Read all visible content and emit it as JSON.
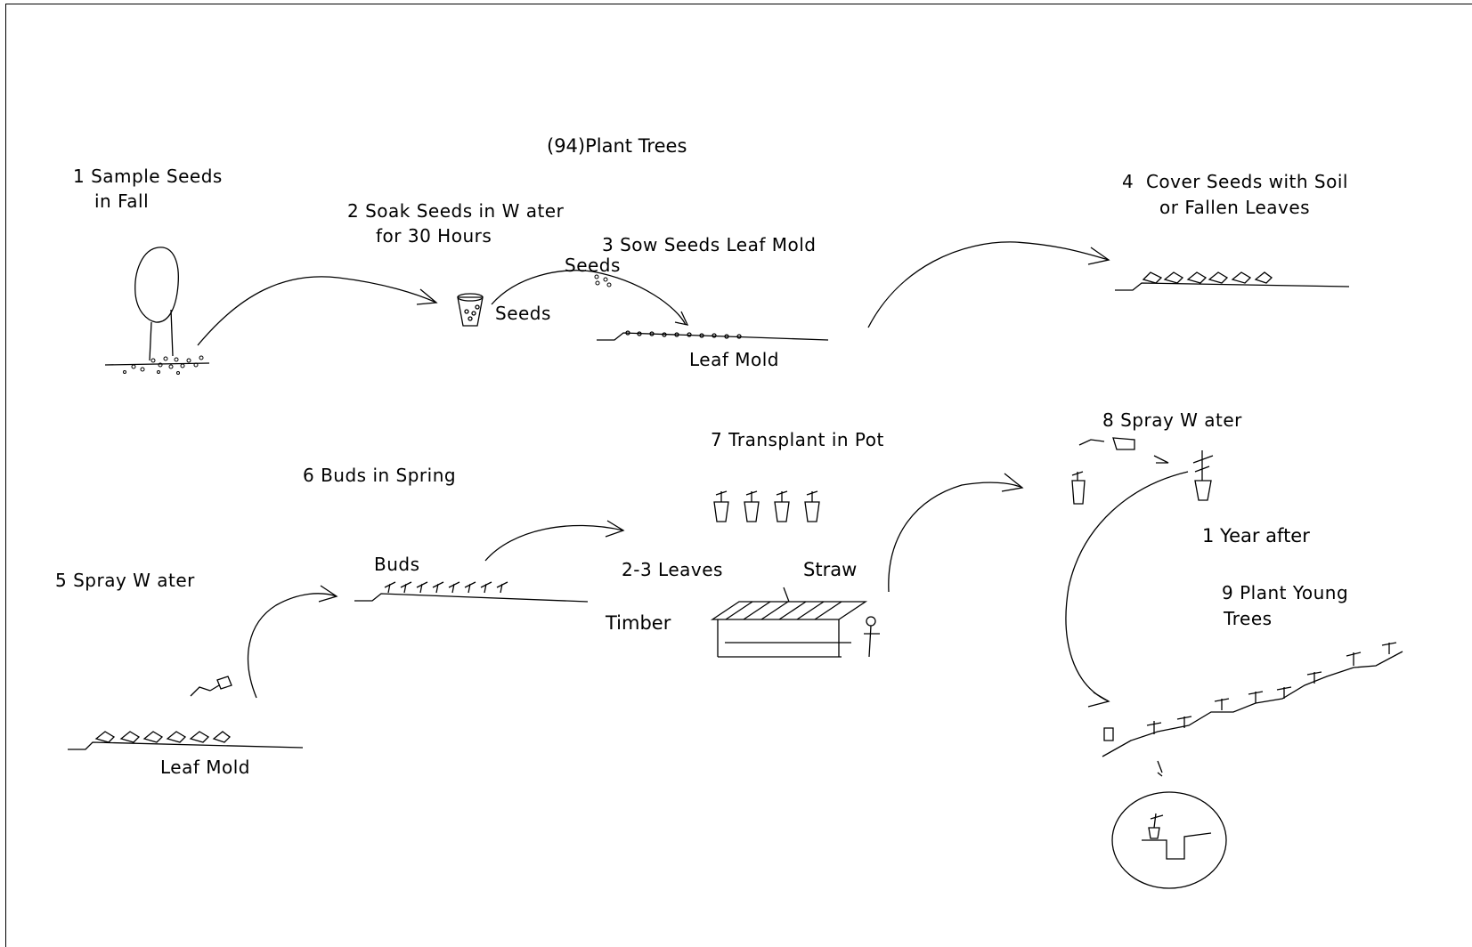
{
  "title": "(94)Plant Trees",
  "steps": {
    "s1": {
      "line1": "1 Sample Seeds",
      "line2": "in Fall"
    },
    "s2": {
      "line1": "2 Soak Seeds in W ater",
      "line2": "for 30 Hours"
    },
    "s3": {
      "line1": "3 Sow Seeds Leaf Mold"
    },
    "s4": {
      "line1": "4  Cover Seeds with Soil",
      "line2": "or Fallen Leaves"
    },
    "s5": {
      "line1": "5 Spray W ater"
    },
    "s6": {
      "line1": "6 Buds in Spring"
    },
    "s7": {
      "line1": "7 Transplant in Pot"
    },
    "s8": {
      "line1": "8 Spray W ater"
    },
    "s9": {
      "line1": "9 Plant Young",
      "line2": "Trees"
    }
  },
  "labels": {
    "seeds_top": "Seeds",
    "seeds_bucket": "Seeds",
    "leaf_mold_1": "Leaf Mold",
    "leaf_mold_2": "Leaf Mold",
    "buds": "Buds",
    "leaves": "2-3 Leaves",
    "straw": "Straw",
    "timber": "Timber",
    "year_after": "1 Year after"
  }
}
